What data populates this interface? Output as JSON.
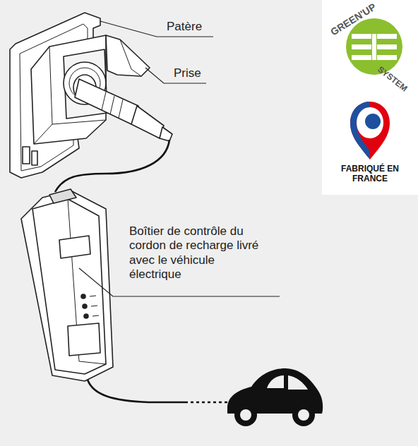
{
  "diagram": {
    "labels": [
      "Patère",
      "Prise",
      "Boîtier de contrôle du cordon de recharge livré avec le véhicule électrique",
      "GREEN'UP",
      "SYSTEM",
      "FABRIQUÉ EN FRANCE"
    ]
  }
}
